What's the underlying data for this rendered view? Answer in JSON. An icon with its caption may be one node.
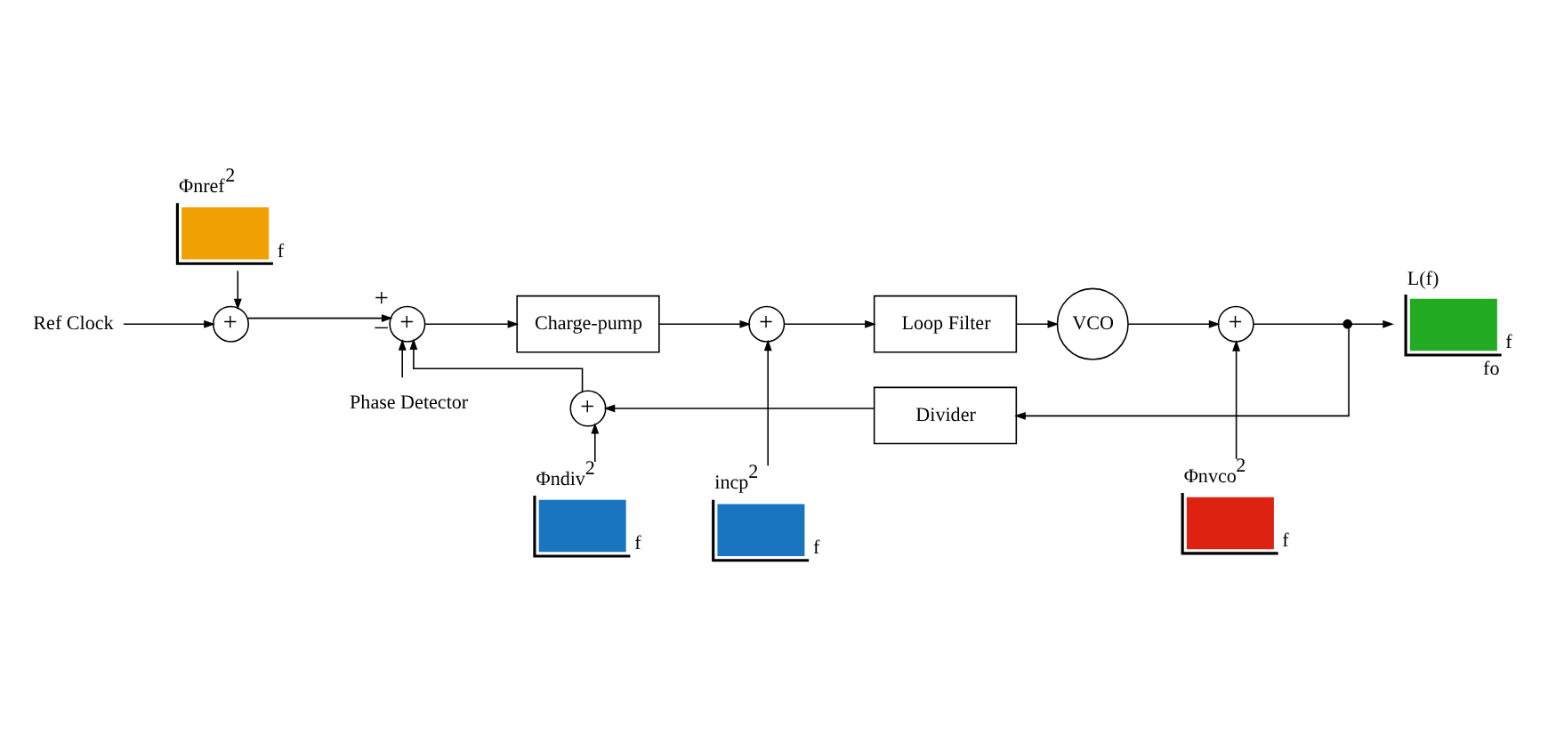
{
  "diagram": {
    "nodes": [
      {
        "text": [
          "Ref Clock"
        ]
      },
      {
        "text": [
          "+"
        ]
      },
      {
        "text": [
          "+"
        ],
        "beside": [
          "+",
          "–"
        ]
      },
      {
        "text": [
          "Charge-pump"
        ]
      },
      {
        "text": [
          "+"
        ]
      },
      {
        "text": [
          "Loop Filter"
        ]
      },
      {
        "text": [
          "VCO"
        ]
      },
      {
        "text": [
          "+"
        ]
      },
      {
        "text": [],
        "shape": "circle"
      },
      {
        "text": [
          "L(f)",
          "f",
          "fo"
        ]
      },
      {
        "text": [
          "Φnref$^{2}$",
          "f"
        ]
      },
      {
        "text": [
          "incp$^{2}$",
          "f"
        ]
      },
      {
        "text": [
          "Φnvco$^{2}$",
          "f"
        ]
      },
      {
        "text": [
          "Divider"
        ]
      },
      {
        "text": [
          "+"
        ]
      },
      {
        "text": [
          "Φndiv$^{2}$",
          "f"
        ]
      },
      {
        "text": [
          "Phase Detector"
        ]
      }
    ],
    "edges": [
      {
        "from": 0,
        "to": 1,
        "arrow": "to"
      },
      {
        "from": 10,
        "to": 1,
        "arrow": "to"
      },
      {
        "from": 1,
        "to": 2,
        "arrow": "to"
      },
      {
        "from": 2,
        "to": 3,
        "arrow": "to"
      },
      {
        "from": 3,
        "to": 4,
        "arrow": "to"
      },
      {
        "from": 11,
        "to": 4,
        "arrow": "to"
      },
      {
        "from": 4,
        "to": 5,
        "arrow": "to"
      },
      {
        "from": 5,
        "to": 6,
        "arrow": "to"
      },
      {
        "from": 6,
        "to": 7,
        "arrow": "to"
      },
      {
        "from": 12,
        "to": 7,
        "arrow": "to"
      },
      {
        "from": 7,
        "to": 8,
        "arrow": "none"
      },
      {
        "from": 8,
        "to": 9,
        "arrow": "to"
      },
      {
        "from": 8,
        "to": 13,
        "arrow": "to"
      },
      {
        "from": 13,
        "to": 14,
        "arrow": "to"
      },
      {
        "from": 15,
        "to": 14,
        "arrow": "to"
      },
      {
        "from": 14,
        "to": 2,
        "arrow": "to"
      },
      {
        "from": 16,
        "to": 2,
        "arrow": "to"
      }
    ]
  }
}
